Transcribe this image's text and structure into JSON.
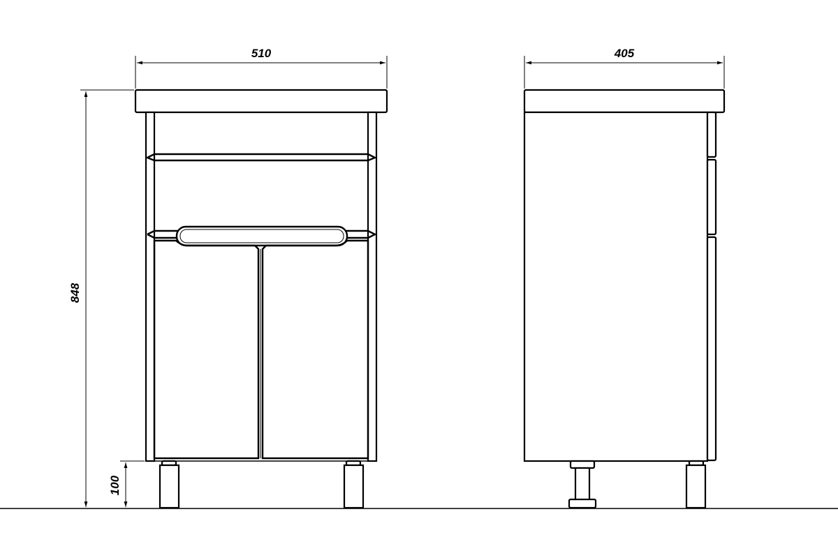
{
  "dimensions": {
    "front_width": "510",
    "side_depth": "405",
    "total_height": "848",
    "leg_height": "100"
  }
}
